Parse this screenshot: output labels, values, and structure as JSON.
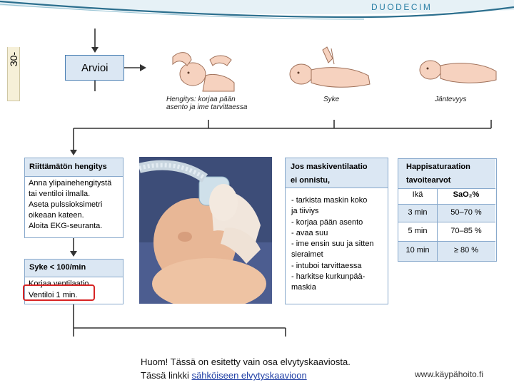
{
  "brand": {
    "logo_text": "DUODECIM"
  },
  "timeline": {
    "label": "30-"
  },
  "assess": {
    "label": "Arvioi"
  },
  "assess_captions": {
    "breathing": [
      "Hengitys: korjaa pään",
      "asento ja ime tarvittaessa"
    ],
    "pulse": "Syke",
    "tone": "Jäntevyys"
  },
  "breathing_box": {
    "title": "Riittämätön hengitys",
    "lines": [
      "Anna ylipainehengitystä",
      "tai ventiloi ilmalla.",
      "Aseta pulssioksimetri",
      "oikeaan kateen.",
      "Aloita EKG-seuranta."
    ]
  },
  "pulse_box": {
    "title": "Syke < 100/min",
    "lines": [
      "Korjaa ventilaatio.",
      "Ventiloi 1 min."
    ]
  },
  "mask_box": {
    "title_lines": [
      "Jos maskiventilaatio",
      "ei onnistu,"
    ],
    "lines": [
      "- tarkista maskin koko",
      "   ja tiiviys",
      "- korjaa pään asento",
      "- avaa suu",
      "- ime ensin suu ja sitten",
      "   sieraimet",
      "- intuboi tarvittaessa",
      "- harkitse kurkunpää-",
      "   maskia"
    ]
  },
  "saturation_table": {
    "title_lines": [
      "Happisaturaation",
      "tavoitearvot"
    ],
    "headers": [
      "Ikä",
      "SaO₂%"
    ],
    "rows": [
      [
        "3 min",
        "50–70 %"
      ],
      [
        "5 min",
        "70–85 %"
      ],
      [
        "10 min",
        "≥ 80 %"
      ]
    ]
  },
  "footer": {
    "line1": "Huom! Tässä on esitetty vain osa elvytyskaaviosta.",
    "line2_prefix": "Tässä linkki ",
    "link_text": "sähköiseen elvytyskaavioon",
    "site": "www.käypähoito.fi"
  },
  "colors": {
    "panel_border": "#88a9cc",
    "panel_header": "#dbe7f3",
    "highlight": "#d72424",
    "brand": "#2a7fa5"
  }
}
